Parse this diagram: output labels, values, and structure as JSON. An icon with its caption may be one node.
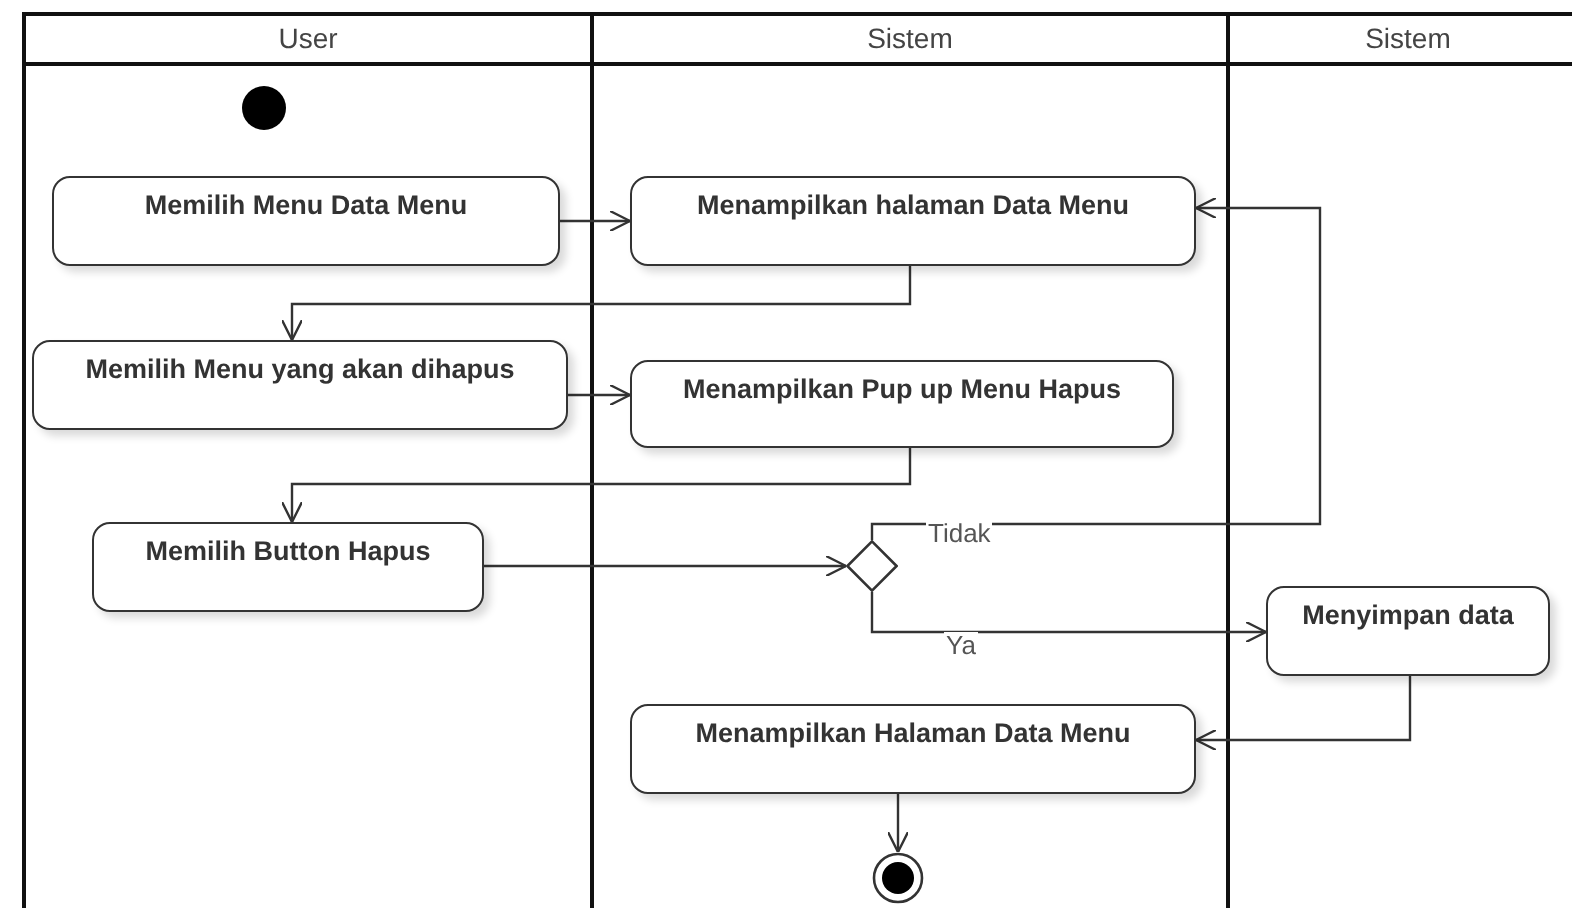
{
  "diagram": {
    "nodes": [
      {
        "text": [
          "User"
        ]
      },
      {
        "text": [
          "Sistem"
        ]
      },
      {
        "text": [
          "Sistem"
        ]
      },
      {
        "text": [],
        "shape": "circle",
        "in": 0
      },
      {
        "text": [
          "Memilih Menu Data Menu"
        ],
        "in": 0
      },
      {
        "text": [
          "Menampilkan halaman Data Menu"
        ],
        "in": 1
      },
      {
        "text": [
          "Memilih Menu yang akan dihapus"
        ],
        "in": 0
      },
      {
        "text": [
          "Menampilkan Pup up Menu Hapus"
        ],
        "in": 1
      },
      {
        "text": [
          "Memilih Button Hapus"
        ],
        "in": 0
      },
      {
        "text": [],
        "shape": "diamond",
        "in": 1
      },
      {
        "text": [
          "Menyimpan data"
        ],
        "in": 2
      },
      {
        "text": [
          "Menampilkan Halaman Data Menu"
        ],
        "in": 1
      },
      {
        "text": [],
        "shape": "circle",
        "in": 1
      }
    ],
    "edges": [
      {
        "from": 4,
        "to": 5,
        "arrow": "to"
      },
      {
        "from": 5,
        "to": 6,
        "arrow": "to"
      },
      {
        "from": 6,
        "to": 7,
        "arrow": "to"
      },
      {
        "from": 7,
        "to": 8,
        "arrow": "to"
      },
      {
        "from": 8,
        "to": 9,
        "arrow": "to"
      },
      {
        "from": 9,
        "to": 5,
        "arrow": "to",
        "label": "Tidak"
      },
      {
        "from": 9,
        "to": 10,
        "arrow": "to",
        "label": "Ya"
      },
      {
        "from": 10,
        "to": 11,
        "arrow": "to"
      },
      {
        "from": 11,
        "to": 12,
        "arrow": "to"
      }
    ]
  }
}
